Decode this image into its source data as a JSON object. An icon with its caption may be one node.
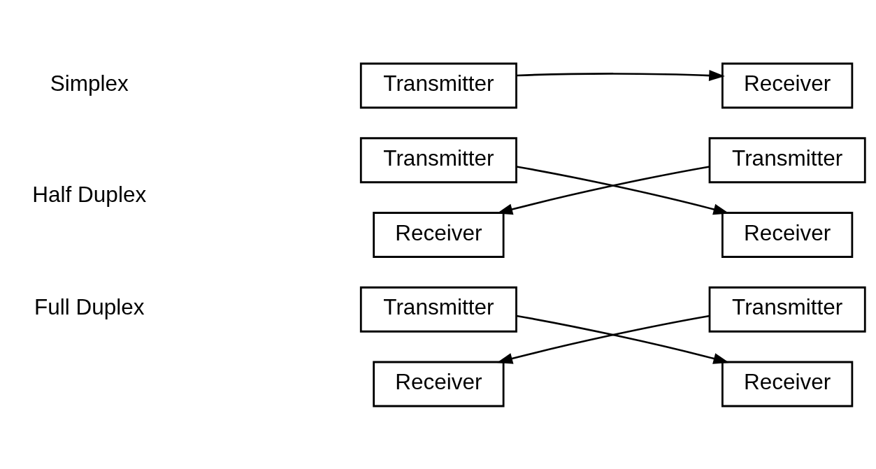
{
  "diagram": {
    "nodes": [
      {
        "text": [
          "Transmitter"
        ]
      },
      {
        "text": [
          "Receiver"
        ]
      },
      {
        "text": [
          "Transmitter"
        ]
      },
      {
        "text": [
          "Receiver"
        ]
      },
      {
        "text": [
          "Receiver"
        ]
      },
      {
        "text": [
          "Transmitter"
        ]
      },
      {
        "text": [
          "Transmitter"
        ]
      },
      {
        "text": [
          "Receiver"
        ]
      },
      {
        "text": [
          "Receiver"
        ]
      },
      {
        "text": [
          "Transmitter"
        ]
      }
    ],
    "edges": [
      {
        "from": 0,
        "to": 1,
        "arrow": "to"
      },
      {
        "from": 2,
        "to": 4,
        "arrow": "to"
      },
      {
        "from": 5,
        "to": 3,
        "arrow": "to"
      },
      {
        "from": 6,
        "to": 7,
        "arrow": "to"
      },
      {
        "from": 9,
        "to": 8,
        "arrow": "to"
      }
    ],
    "labels": [
      "Simplex",
      "Half Duplex",
      "Full Duplex"
    ]
  }
}
